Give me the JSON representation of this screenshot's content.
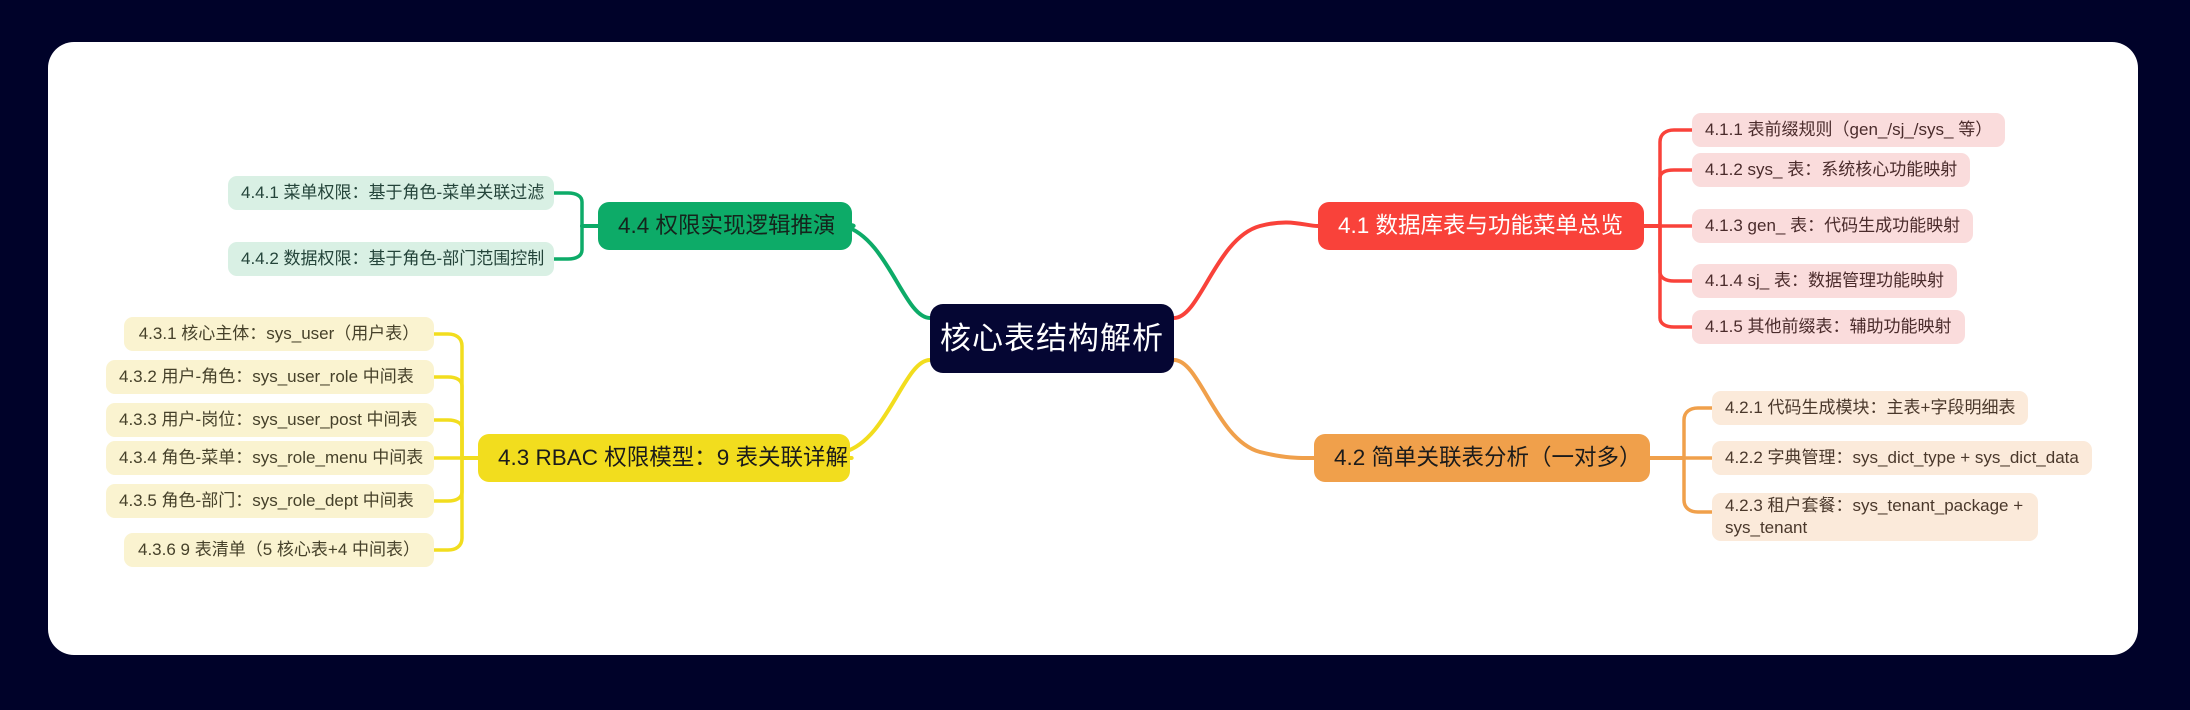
{
  "canvas": {
    "background": "#000229",
    "card_background": "#ffffff"
  },
  "mindmap": {
    "root": {
      "label": "核心表结构解析",
      "color": "#050633",
      "text_color": "#ffffff"
    },
    "branches": [
      {
        "id": "4.1",
        "label": "4.1 数据库表与功能菜单总览",
        "color": "#f9423a",
        "text_color": "#ffffff",
        "side": "right",
        "children": [
          {
            "label": "4.1.1 表前缀规则（gen_/sj_/sys_ 等）"
          },
          {
            "label": "4.1.2 sys_ 表：系统核心功能映射"
          },
          {
            "label": "4.1.3 gen_ 表：代码生成功能映射"
          },
          {
            "label": "4.1.4 sj_ 表：数据管理功能映射"
          },
          {
            "label": "4.1.5 其他前缀表：辅助功能映射"
          }
        ]
      },
      {
        "id": "4.2",
        "label": "4.2 简单关联表分析（一对多）",
        "color": "#f0a04b",
        "text_color": "#1b1b1b",
        "side": "right",
        "children": [
          {
            "label": "4.2.1 代码生成模块：主表+字段明细表"
          },
          {
            "label": "4.2.2 字典管理：sys_dict_type + sys_dict_data"
          },
          {
            "label": "4.2.3 租户套餐：sys_tenant_package + sys_tenant"
          }
        ]
      },
      {
        "id": "4.3",
        "label": "4.3 RBAC 权限模型：9 表关联详解",
        "color": "#f2dd1e",
        "text_color": "#1b1b1b",
        "side": "left",
        "children": [
          {
            "label": "4.3.1 核心主体：sys_user（用户表）"
          },
          {
            "label": "4.3.2 用户-角色：sys_user_role 中间表"
          },
          {
            "label": "4.3.3 用户-岗位：sys_user_post 中间表"
          },
          {
            "label": "4.3.4 角色-菜单：sys_role_menu 中间表"
          },
          {
            "label": "4.3.5 角色-部门：sys_role_dept 中间表"
          },
          {
            "label": "4.3.6 9 表清单（5 核心表+4 中间表）"
          }
        ]
      },
      {
        "id": "4.4",
        "label": "4.4 权限实现逻辑推演",
        "color": "#0dab68",
        "text_color": "#15241c",
        "side": "left",
        "children": [
          {
            "label": "4.4.1 菜单权限：基于角色-菜单关联过滤"
          },
          {
            "label": "4.4.2 数据权限：基于角色-部门范围控制"
          }
        ]
      }
    ]
  }
}
